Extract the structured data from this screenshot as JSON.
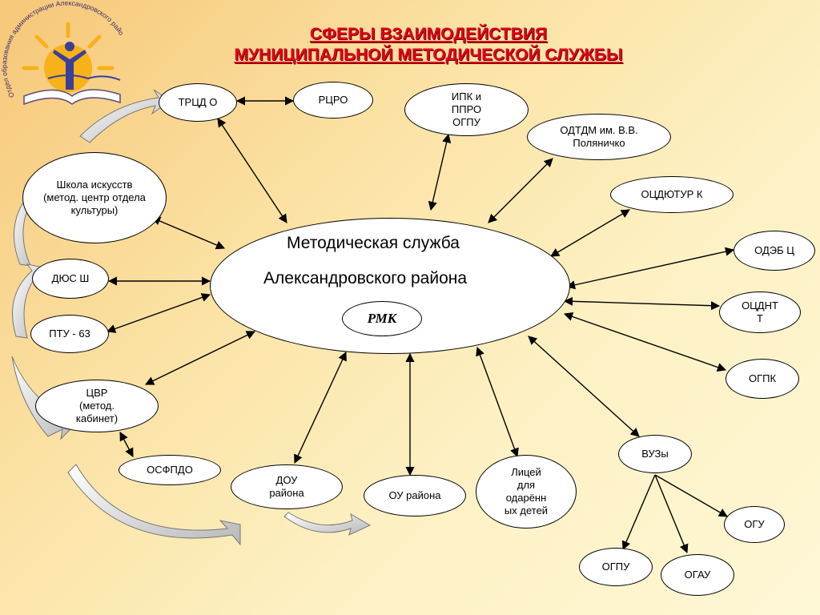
{
  "title": {
    "line1": "СФЕРЫ ВЗАИМОДЕЙСТВИЯ",
    "line2": "МУНИЦИПАЛЬНОЙ МЕТОДИЧЕСКОЙ СЛУЖБЫ"
  },
  "logo": {
    "caption": "Отдел образования администрации Александровского района"
  },
  "center": {
    "line1": "Методическая служба",
    "line2": "Александровского района",
    "badge": "РМК"
  },
  "nodes": {
    "trcdo": "ТРЦД О",
    "rcpro": "РЦРО",
    "ipk": "ИПК и ППРО ОГПУ",
    "odtdm": "ОДТДМ им. В.В. Поляничко",
    "ocdutur": "ОЦДЮТУР К",
    "odebc": "ОДЭБ Ц",
    "ocdnt": "ОЦДНТ Т",
    "ogpk": "ОГПК",
    "vuzy": "ВУЗы",
    "ogu": "ОГУ",
    "ogau": "ОГАУ",
    "ogpu": "ОГПУ",
    "licey": "Лицей для одарённ ых детей",
    "ou": "ОУ района",
    "dou": "ДОУ района",
    "osfpdo": "ОСФПДО",
    "cvr": "ЦВР (метод. кабинет)",
    "ptu": "ПТУ - 63",
    "dush": "ДЮС Ш",
    "school": "Школа искусств (метод. центр отдела культуры)"
  }
}
